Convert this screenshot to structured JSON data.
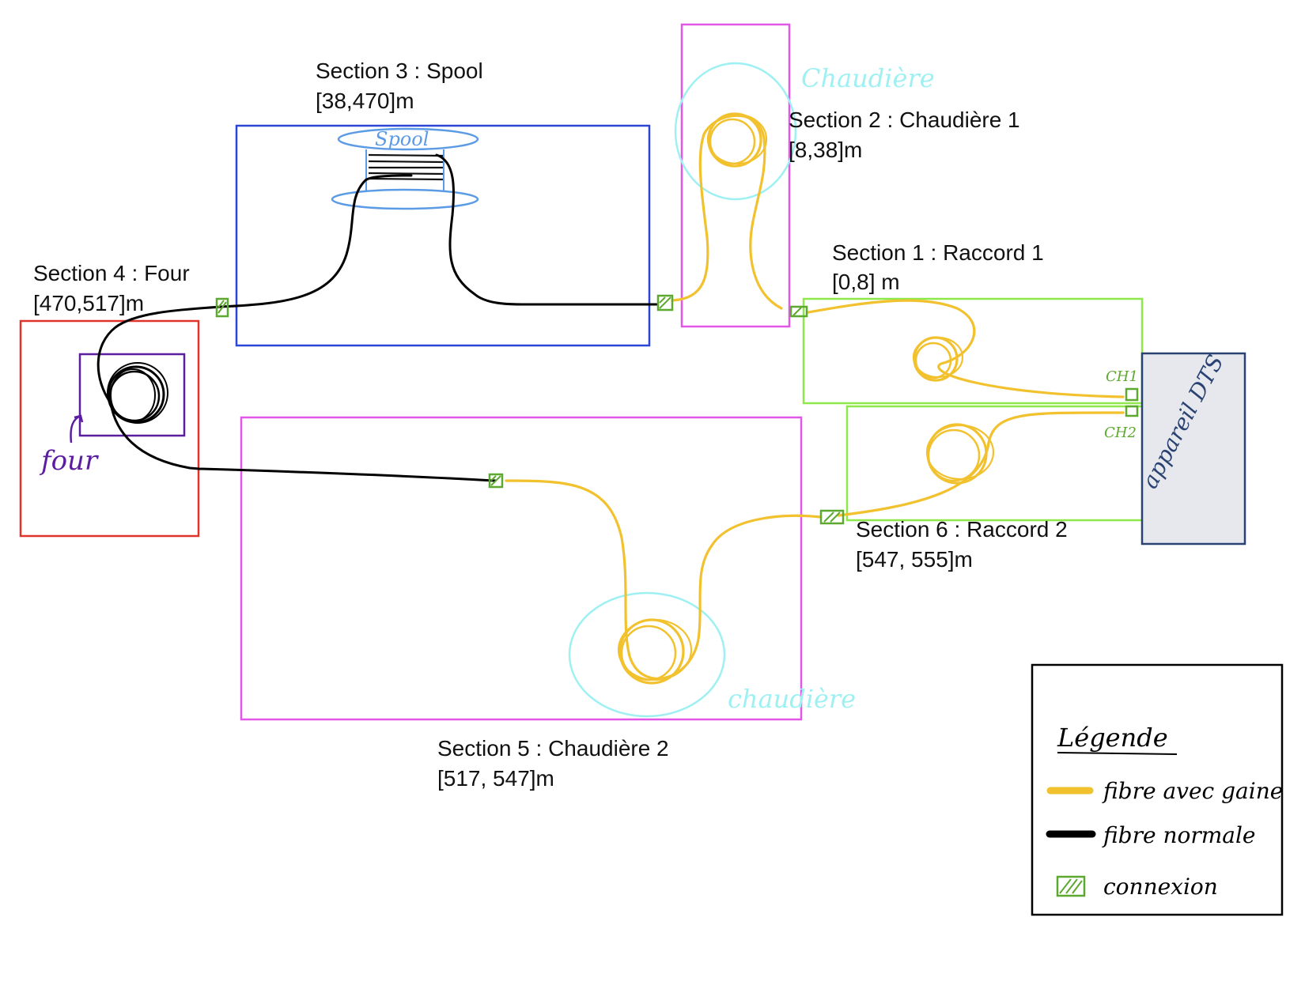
{
  "sections": [
    {
      "title": "Section 1 : Raccord 1",
      "range": "[0,8] m"
    },
    {
      "title": "Section 2 : Chaudière 1",
      "range": "[8,38]m"
    },
    {
      "title": "Section 3 : Spool",
      "range": "[38,470]m"
    },
    {
      "title": "Section 4 : Four",
      "range": "[470,517]m"
    },
    {
      "title": "Section 5 : Chaudière 2",
      "range": "[517, 547]m"
    },
    {
      "title": "Section 6 : Raccord 2",
      "range": "[547, 555]m"
    }
  ],
  "annotations": {
    "spool": "Spool",
    "chaudiere_top": "Chaudière",
    "chaudiere_bottom": "chaudière",
    "four": "four",
    "ch1": "CH1",
    "ch2": "CH2",
    "device": "appareil DTS"
  },
  "legend": {
    "title": "Légende",
    "items": [
      {
        "label": "fibre avec gaine",
        "type": "line",
        "color": "#F2C12E"
      },
      {
        "label": "fibre normale",
        "type": "line",
        "color": "#000000"
      },
      {
        "label": "connexion",
        "type": "swatch",
        "color": "#5DA82E"
      }
    ]
  },
  "colors": {
    "sheathed_fiber": "#F2C12E",
    "normal_fiber": "#000000",
    "connection": "#5DA82E",
    "section1_border": "#8EE84A",
    "section2_border": "#E257E6",
    "section3_border": "#2B45D6",
    "section4_border": "#E0342A",
    "four_box": "#5A1E9E",
    "chaudiere_circle": "#9FF0F2",
    "spool": "#5B9BE6",
    "device_fill": "#E6E8EE",
    "device_border": "#2A4272"
  }
}
